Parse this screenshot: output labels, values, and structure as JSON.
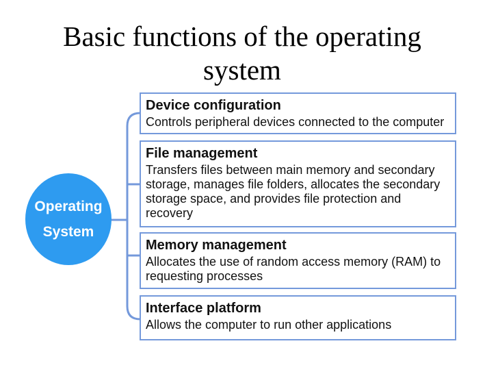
{
  "slide": {
    "title_lines": [
      "Basic functions of the operating",
      "system"
    ],
    "node": {
      "label_lines": [
        "Operating",
        "System"
      ]
    },
    "functions": [
      {
        "heading": "Device configuration",
        "desc_lines": [
          "Controls peripheral devices connected to the computer"
        ]
      },
      {
        "heading": "File management",
        "desc_lines": [
          "Transfers files between main memory and secondary",
          "storage, manages file folders, allocates the secondary",
          "storage space, and provides file protection and",
          "recovery"
        ]
      },
      {
        "heading": "Memory management",
        "desc_lines": [
          "Allocates the use of random access memory (RAM) to",
          "requesting processes"
        ]
      },
      {
        "heading": "Interface platform",
        "desc_lines": [
          "Allows the computer to run other applications"
        ]
      }
    ],
    "colors": {
      "background": "#FFFFFF",
      "title_text": "#000000",
      "body_text": "#111111",
      "node_fill": "#2E9BF0",
      "node_text": "#FFFFFF",
      "box_border": "#7499DB",
      "connector": "#7499DB"
    }
  }
}
